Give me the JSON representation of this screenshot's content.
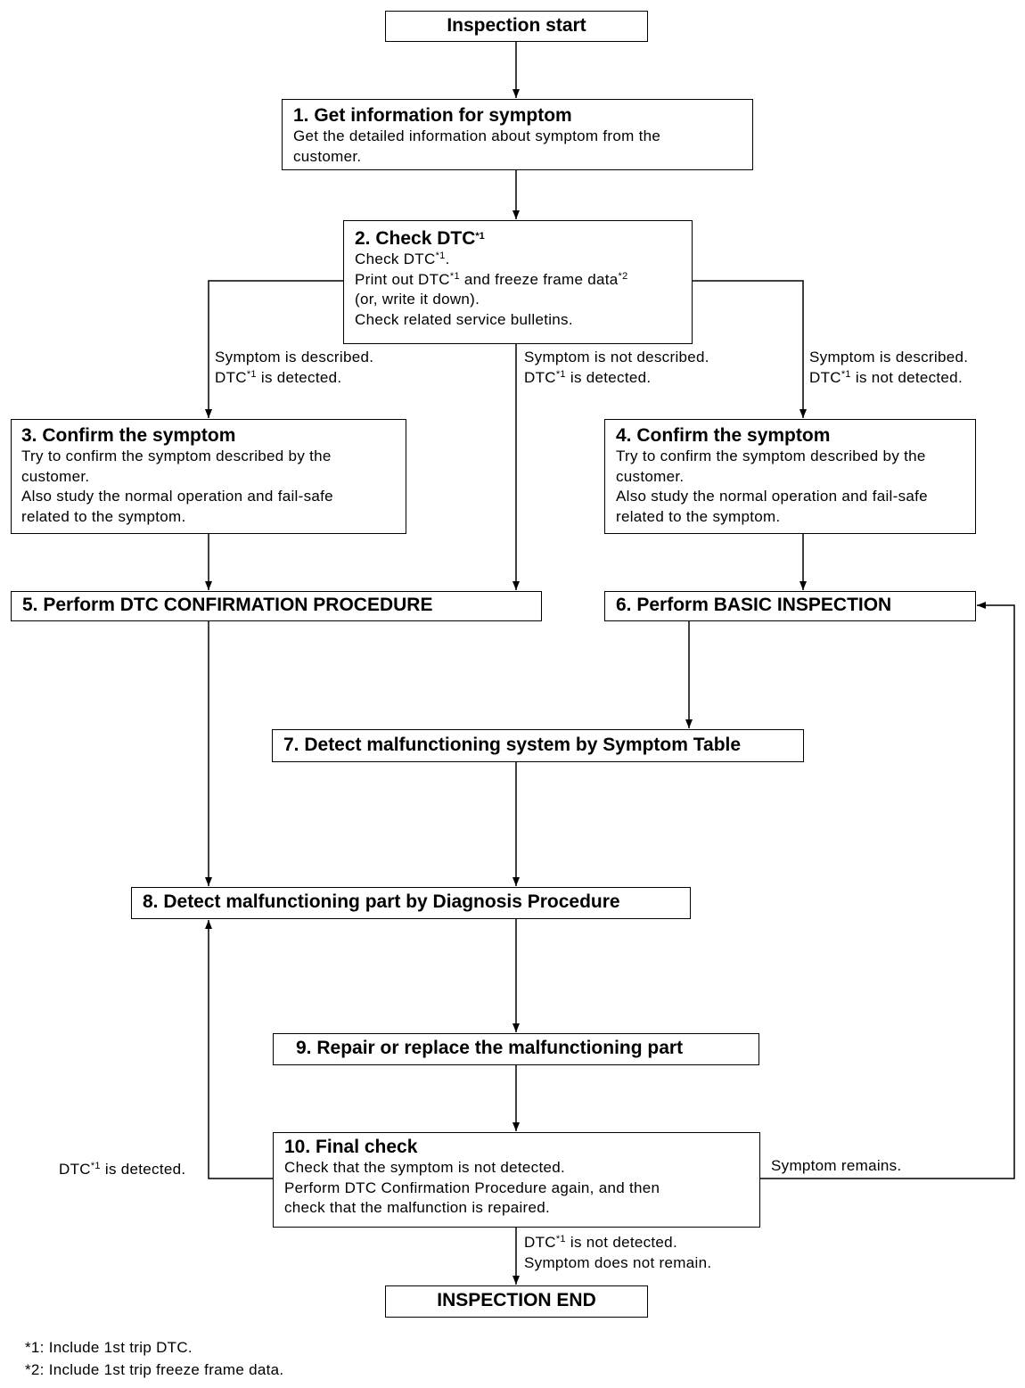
{
  "nodes": {
    "start": {
      "title": "Inspection start"
    },
    "n1": {
      "title": "1. Get information for symptom",
      "lines": [
        "Get the detailed information about symptom from the",
        "customer."
      ]
    },
    "n2": {
      "title": "2. Check DTC",
      "title_sup": "*1",
      "line1": "Check DTC",
      "line1_sup": "*1",
      "line1_tail": ".",
      "line2a": "Print out DTC",
      "line2_sup": "*1",
      "line2b": " and freeze frame data",
      "line2_sup2": "*2",
      "line3": "(or, write it down).",
      "line4": "Check related service bulletins."
    },
    "n3": {
      "title": "3. Confirm the symptom",
      "lines": [
        "Try to confirm the symptom described by the",
        "customer.",
        "Also study the normal operation and fail-safe",
        "related to the symptom."
      ]
    },
    "n4": {
      "title": "4. Confirm the symptom",
      "lines": [
        "Try to confirm the symptom described by the",
        "customer.",
        "Also study the normal operation and fail-safe",
        "related to the symptom."
      ]
    },
    "n5": {
      "title": "5. Perform DTC CONFIRMATION PROCEDURE"
    },
    "n6": {
      "title": "6. Perform BASIC INSPECTION"
    },
    "n7": {
      "title": "7. Detect malfunctioning system by Symptom Table"
    },
    "n8": {
      "title": "8. Detect malfunctioning part by Diagnosis Procedure"
    },
    "n9": {
      "title": "9. Repair or replace the malfunctioning part"
    },
    "n10": {
      "title": "10. Final check",
      "lines": [
        "Check that the symptom is not detected.",
        "Perform DTC Confirmation Procedure again, and then",
        "check that the malfunction is repaired."
      ]
    },
    "end": {
      "title": "INSPECTION END"
    }
  },
  "edge_labels": {
    "left_branch": {
      "line1": "Symptom is described.",
      "line2a": "DTC",
      "sup": "*1",
      "line2b": " is detected."
    },
    "middle_branch": {
      "line1": "Symptom is not described.",
      "line2a": "DTC",
      "sup": "*1",
      "line2b": " is detected."
    },
    "right_branch": {
      "line1": "Symptom is described.",
      "line2a": "DTC",
      "sup": "*1",
      "line2b": " is not detected."
    },
    "loop_left": {
      "line1a": "DTC",
      "sup": "*1",
      "line1b": " is detected."
    },
    "loop_right": {
      "line1": "Symptom remains."
    },
    "to_end": {
      "line1a": "DTC",
      "sup": "*1",
      "line1b": " is not detected.",
      "line2": "Symptom does not remain."
    }
  },
  "footnotes": [
    "*1: Include 1st trip DTC.",
    "*2: Include 1st trip freeze frame data."
  ]
}
